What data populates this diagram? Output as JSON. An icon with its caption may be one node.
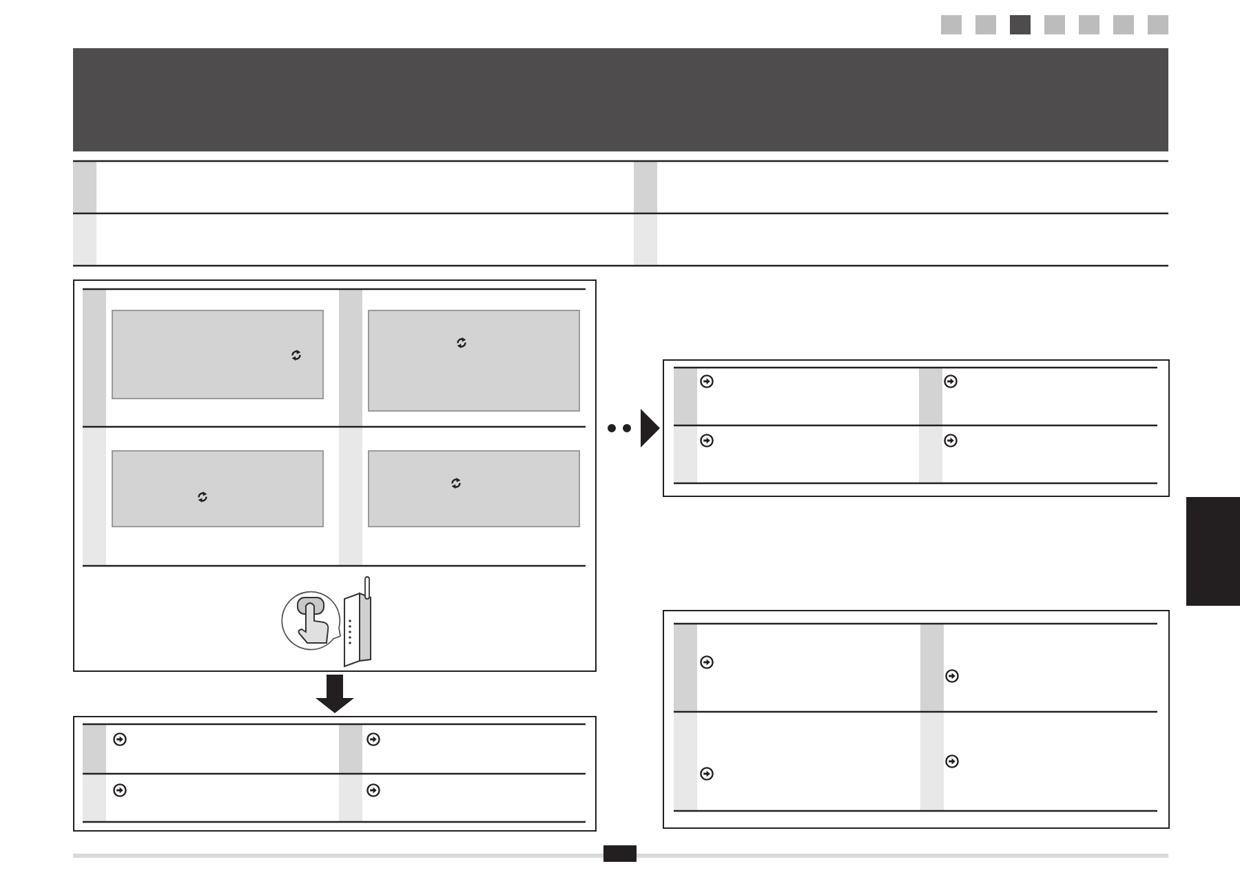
{
  "diagram": {
    "nodes": [
      {
        "text": [],
        "shape": "box"
      },
      {
        "text": [],
        "shape": "box"
      },
      {
        "text": [],
        "shape": "box"
      },
      {
        "text": [],
        "shape": "box"
      },
      {
        "text": [],
        "shape": "bar"
      }
    ],
    "edges": [
      {
        "from": 0,
        "to": 1,
        "arrow": "to",
        "style": "thick"
      },
      {
        "from": 0,
        "to": 2,
        "arrow": "to",
        "style": "dashed"
      }
    ]
  }
}
